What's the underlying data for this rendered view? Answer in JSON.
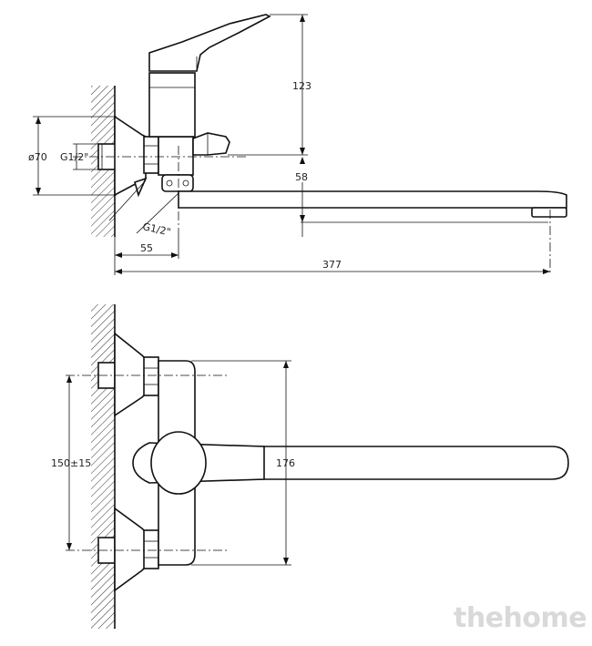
{
  "dimensions": {
    "height_handle": "123",
    "height_spout": "58",
    "diameter_flange": "ø70",
    "thread_inlet": "G1/2\"",
    "thread_outlet": "G1/2\"",
    "depth_body": "55",
    "length_spout": "377",
    "axis_spacing": "150±15",
    "height_body": "176"
  },
  "watermark": "thehome"
}
